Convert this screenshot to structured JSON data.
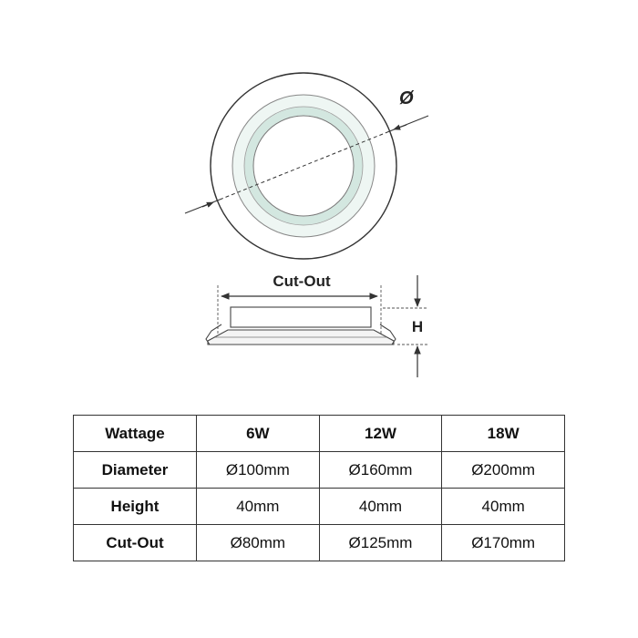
{
  "diagram": {
    "diameter_symbol": "Ø",
    "cutout_label": "Cut-Out",
    "height_label": "H"
  },
  "table": {
    "header": [
      "Wattage",
      "6W",
      "12W",
      "18W"
    ],
    "rows": [
      [
        "Diameter",
        "Ø100mm",
        "Ø160mm",
        "Ø200mm"
      ],
      [
        "Height",
        "40mm",
        "40mm",
        "40mm"
      ],
      [
        "Cut-Out",
        "Ø80mm",
        "Ø125mm",
        "Ø170mm"
      ]
    ]
  },
  "colors": {
    "line": "#333333",
    "glass_ring": "#d8ece6"
  }
}
